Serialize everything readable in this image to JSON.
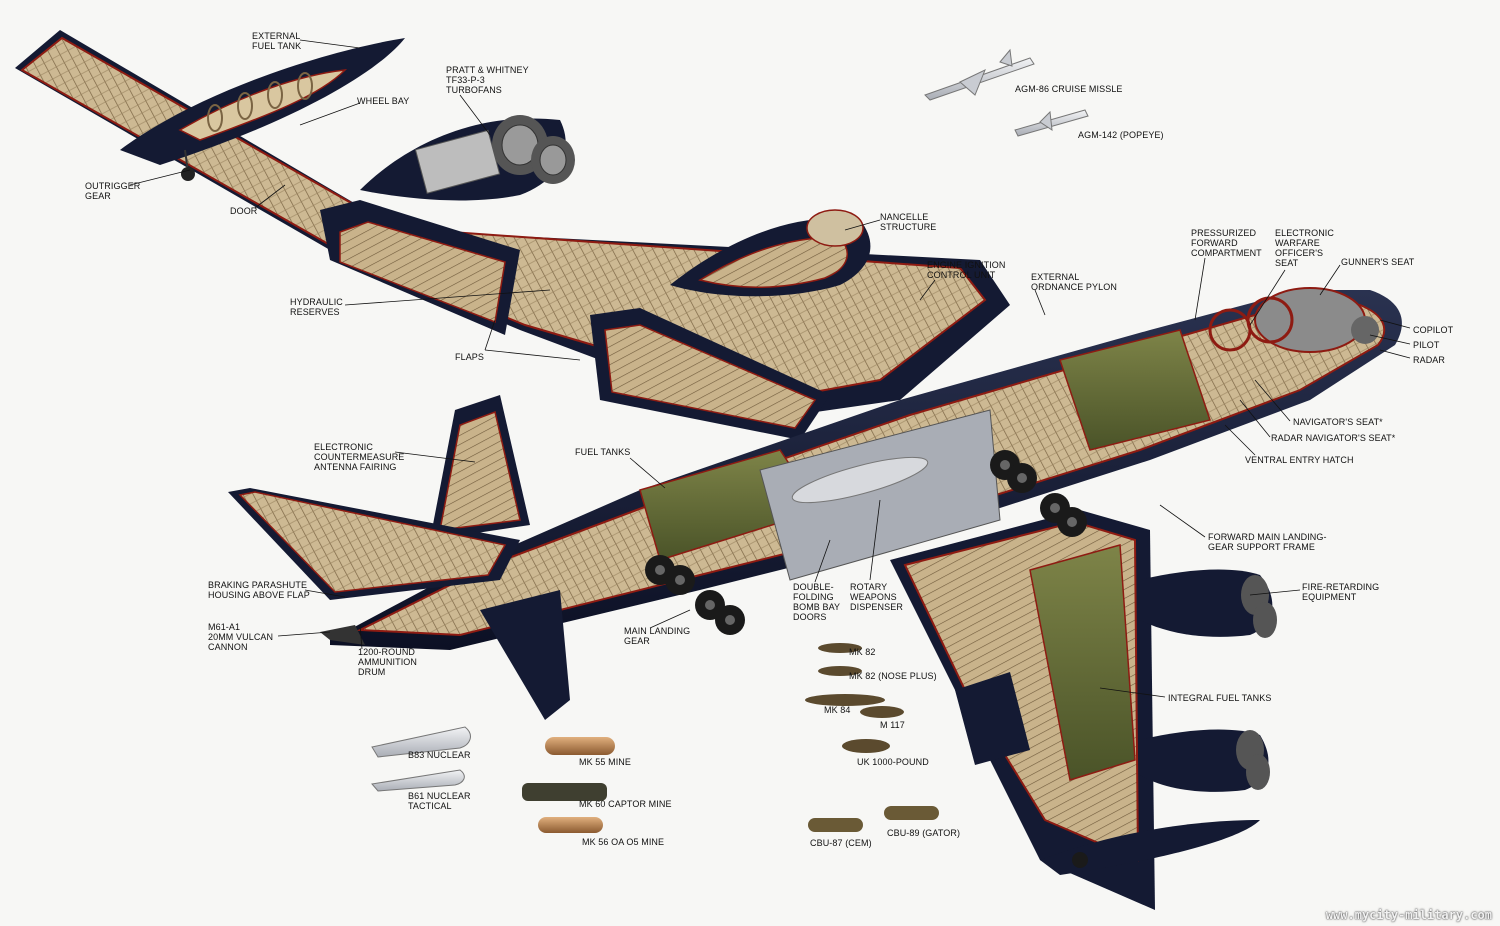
{
  "labels": {
    "external_fuel_tank": "EXTERNAL\nFUEL TANK",
    "turbofans": "PRATT & WHITNEY\nTF33-P-3\nTURBOFANS",
    "wheel_bay": "WHEEL BAY",
    "outrigger_gear": "OUTRIGGER\nGEAR",
    "door": "DOOR",
    "nancelle_structure": "NANCELLE\nSTRUCTURE",
    "engine_ignition": "ENGINE IGNITION\nCONTROL UNIT",
    "external_ordnance_pylon": "EXTERNAL\nORDNANCE PYLON",
    "pressurized_compartment": "PRESSURIZED\nFORWARD\nCOMPARTMENT",
    "ew_officer_seat": "ELECTRONIC\nWARFARE\nOFFICER'S\nSEAT",
    "gunners_seat": "GUNNER'S SEAT",
    "copilot": "COPILOT",
    "pilot": "PILOT",
    "radar": "RADAR",
    "navigators_seat": "NAVIGATOR'S SEAT*",
    "radar_navigators_seat": "RADAR NAVIGATOR'S SEAT*",
    "ventral_entry_hatch": "VENTRAL ENTRY HATCH",
    "hydraulic_reserves": "HYDRAULIC\nRESERVES",
    "flaps": "FLAPS",
    "ecm_antenna_fairing": "ELECTRONIC\nCOUNTERMEASURE\nANTENNA FAIRING",
    "fuel_tanks": "FUEL TANKS",
    "forward_main_landing_gear": "FORWARD MAIN LANDING-\nGEAR SUPPORT FRAME",
    "fire_retarding": "FIRE-RETARDING\nEQUIPMENT",
    "braking_parachute": "BRAKING PARASHUTE\nHOUSING ABOVE FLAP",
    "vulcan_cannon": "M61-A1\n20MM VULCAN\nCANNON",
    "ammunition_drum": "1200-ROUND\nAMMUNITION\nDRUM",
    "main_landing_gear": "MAIN LANDING\nGEAR",
    "bomb_bay_doors": "DOUBLE-\nFOLDING\nBOMB BAY\nDOORS",
    "rotary_dispenser": "ROTARY\nWEAPONS\nDISPENSER",
    "integral_fuel_tanks": "INTEGRAL FUEL TANKS",
    "agm86": "AGM-86 CRUISE MISSLE",
    "agm142": "AGM-142 (POPEYE)",
    "mk82": "MK 82",
    "mk82_nose": "MK 82 (NOSE PLUS)",
    "mk84": "MK 84",
    "m117": "M 117",
    "uk1000": "UK 1000-POUND",
    "b83": "B83 NUCLEAR",
    "b61": "B61 NUCLEAR\nTACTICAL",
    "mk55": "MK 55 MINE",
    "mk60": "MK 60 CAPTOR MINE",
    "mk56": "MK 56 OA O5 MINE",
    "cbu87": "CBU-87 (CEM)",
    "cbu89": "CBU-89 (GATOR)"
  },
  "watermark": "www.mycity-military.com",
  "colors": {
    "fuselage": "#141a33",
    "structure": "#c7b28a",
    "cutline": "#8e1b12",
    "fuel_tank_green": "#4f5a2e",
    "bomb_steel": "#c9ccd2",
    "mine_bronze": "#b07a4a",
    "ordnance_dark": "#5b4a2e",
    "background": "#f7f7f5"
  }
}
